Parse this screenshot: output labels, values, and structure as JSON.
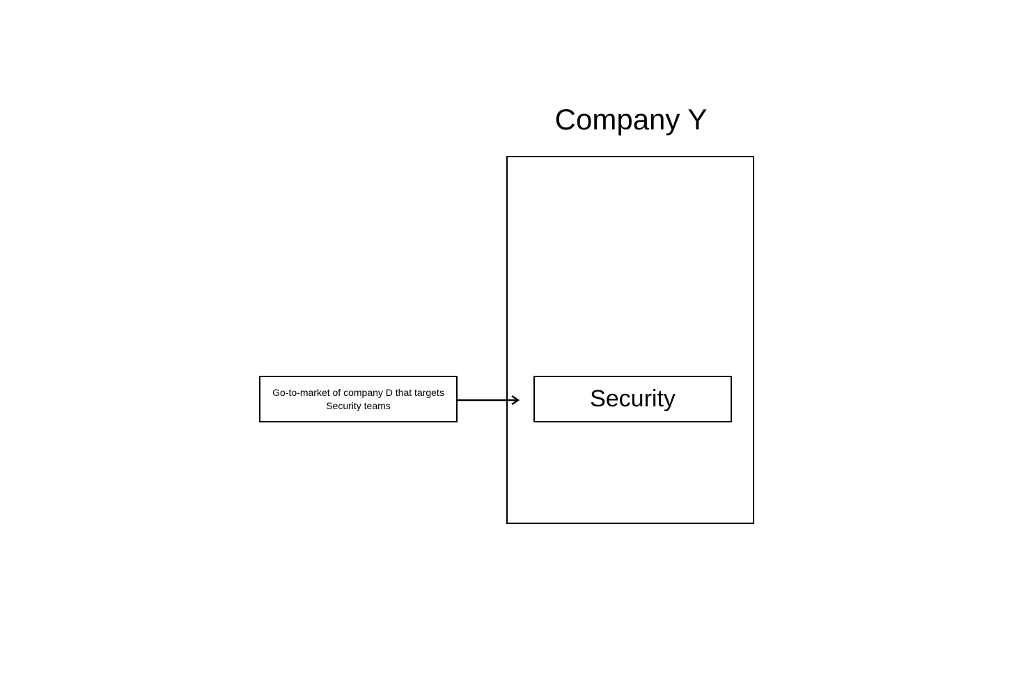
{
  "diagram": {
    "company_title": "Company Y",
    "security_label": "Security",
    "gtm_label": "Go-to-market of company D that targets Security teams"
  },
  "colors": {
    "stroke": "#000000",
    "background": "#ffffff"
  }
}
